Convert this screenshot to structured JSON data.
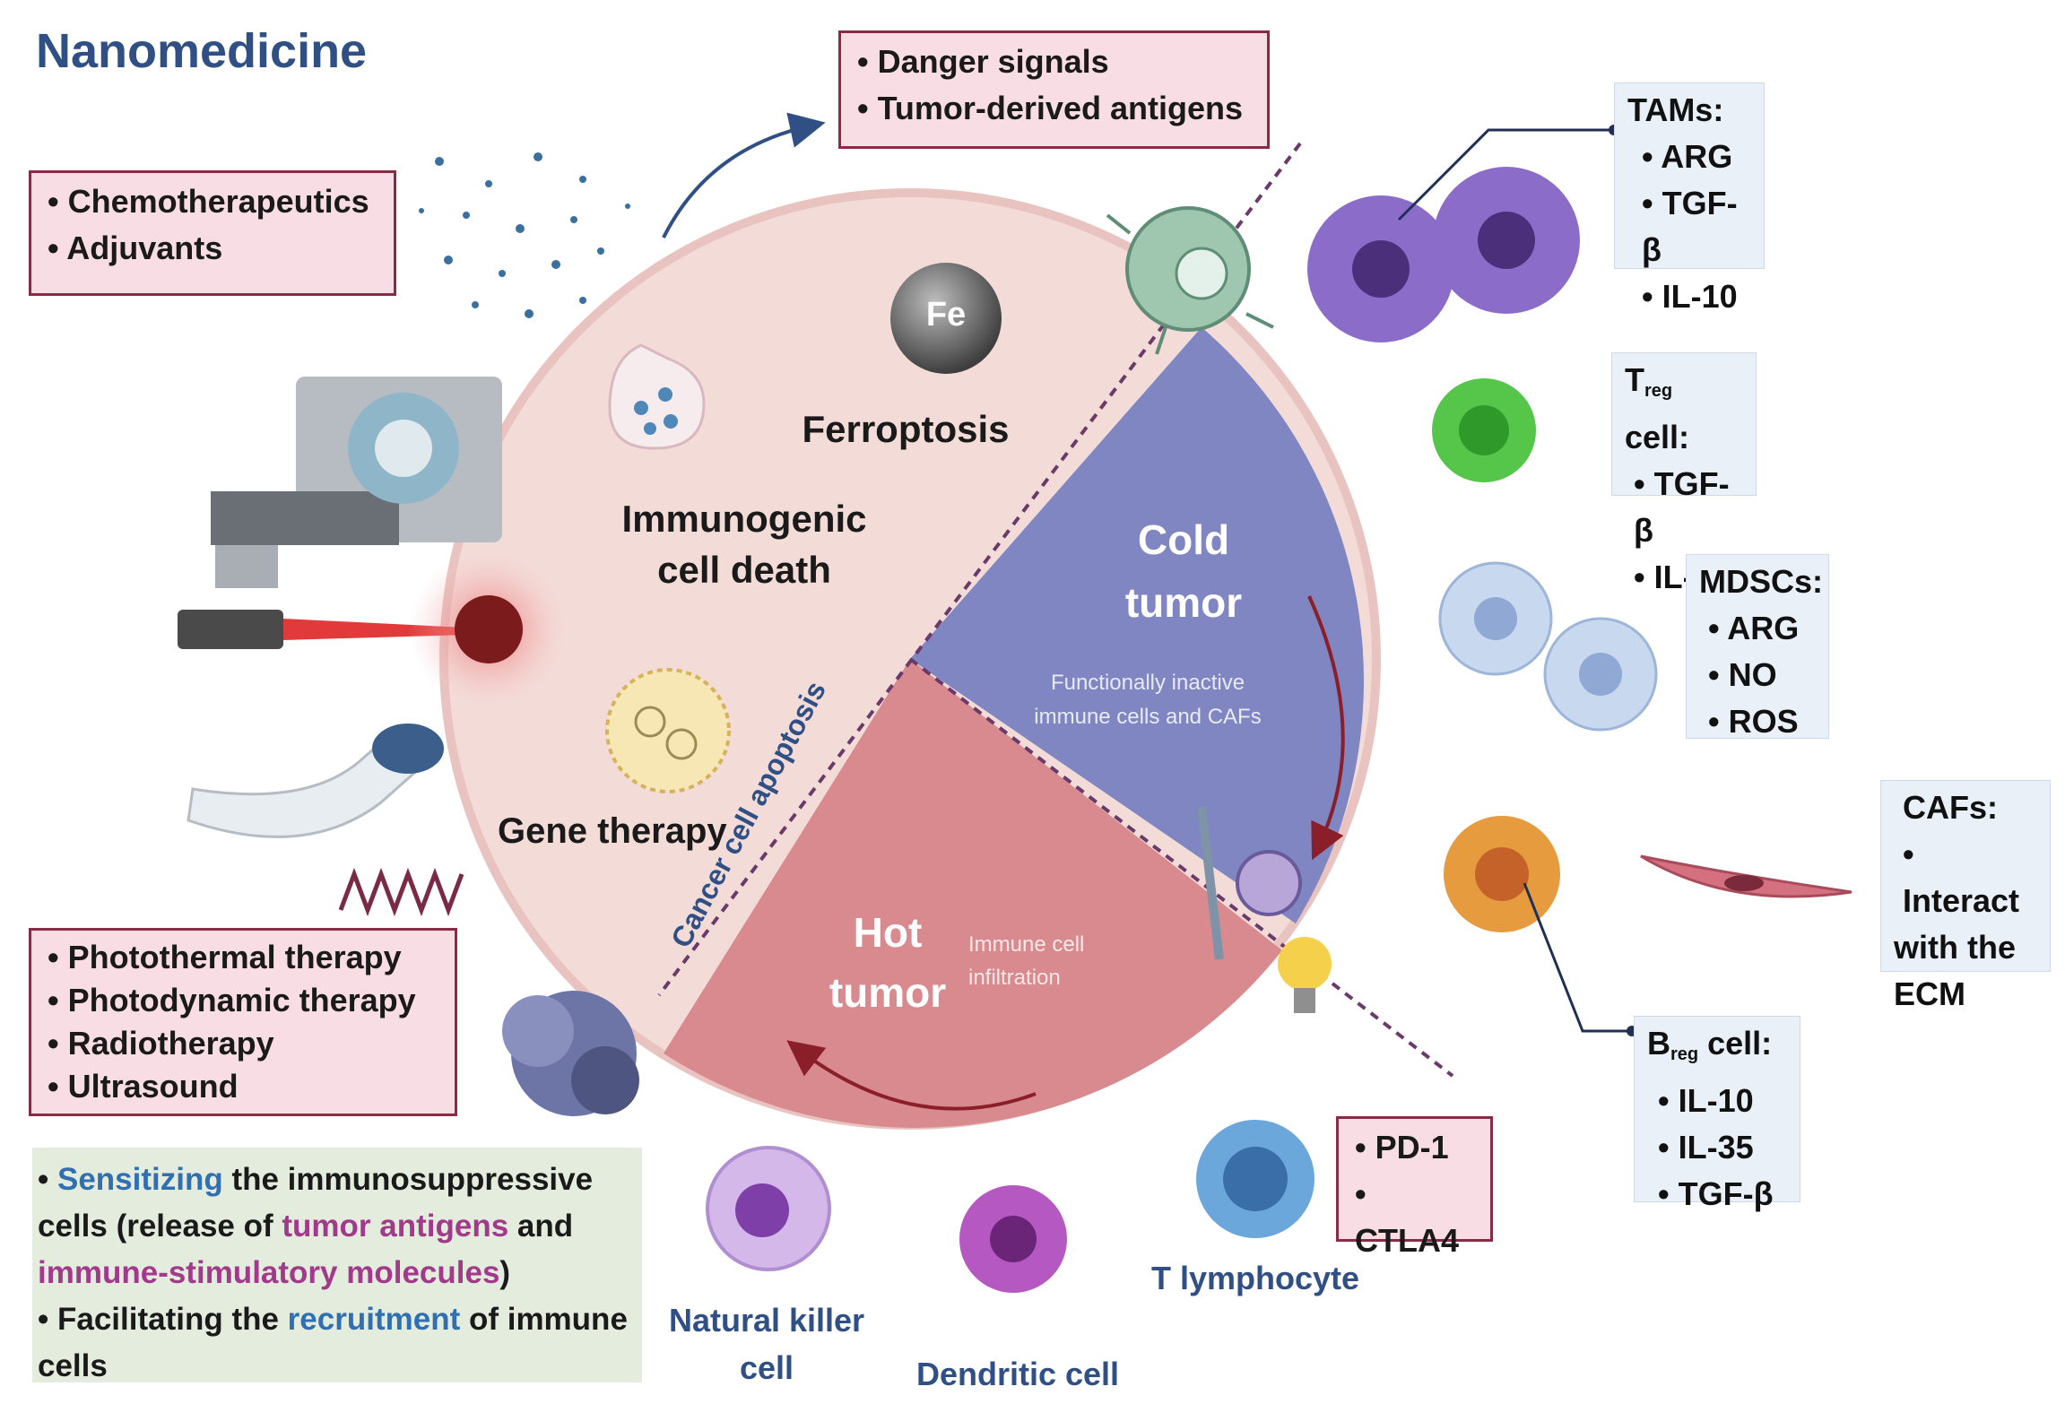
{
  "title": "Nanomedicine",
  "boxes": {
    "danger": [
      "• Danger signals",
      "• Tumor-derived antigens"
    ],
    "chemo": [
      "• Chemotherapeutics",
      "• Adjuvants"
    ],
    "therapies": [
      "• Photothermal therapy",
      "• Photodynamic therapy",
      "• Radiotherapy",
      "• Ultrasound"
    ],
    "tams": {
      "title": "TAMs:",
      "items": [
        "• ARG",
        "• TGF-β",
        "• IL-10"
      ]
    },
    "treg": {
      "title_main": "T",
      "title_sub": "reg",
      "title_rest": " cell:",
      "items": [
        "• TGF-β",
        "• IL-10"
      ]
    },
    "mdscs": {
      "title": "MDSCs:",
      "items": [
        "• ARG",
        "• NO",
        "• ROS"
      ]
    },
    "cafs": {
      "lines": [
        "CAFs:",
        "• Interact",
        "with the",
        "ECM"
      ]
    },
    "breg": {
      "title_main": "B",
      "title_sub": "reg",
      "title_rest": " cell:",
      "items": [
        "• IL-10",
        "• IL-35",
        "• TGF-β"
      ]
    },
    "checkpoint": [
      "• PD-1",
      "• CTLA4"
    ]
  },
  "green": {
    "p1_a": "• ",
    "p1_b": "Sensitizing",
    "p1_c": " the immunosuppressive cells  (release of ",
    "p1_d": "tumor antigens",
    "p1_e": " and ",
    "p1_f": "immune-stimulatory molecules",
    "p1_g": ")",
    "p2_a": "• Facilitating the ",
    "p2_b": "recruitment",
    "p2_c": " of immune cells"
  },
  "circle": {
    "ferroptosis": "Ferroptosis",
    "fe": "Fe",
    "icd_1": "Immunogenic",
    "icd_2": "cell death",
    "gene": "Gene therapy",
    "apoptosis": "Cancer cell apoptosis",
    "cold_1": "Cold",
    "cold_2": "tumor",
    "cold_desc_1": "Functionally inactive",
    "cold_desc_2": "immune cells and CAFs",
    "hot_1": "Hot",
    "hot_2": "tumor",
    "hot_desc_1": "Immune cell",
    "hot_desc_2": "infiltration"
  },
  "cells": {
    "nk_1": "Natural killer",
    "nk_2": "cell",
    "dc": "Dendritic cell",
    "t": "T lymphocyte"
  },
  "colors": {
    "title": "#2f4f85",
    "circle": "#f3dcd8",
    "cold": "#7f86c2",
    "hot": "#d98a8f",
    "box_border": "#8a2b45",
    "box_fill": "#f8dde4"
  }
}
